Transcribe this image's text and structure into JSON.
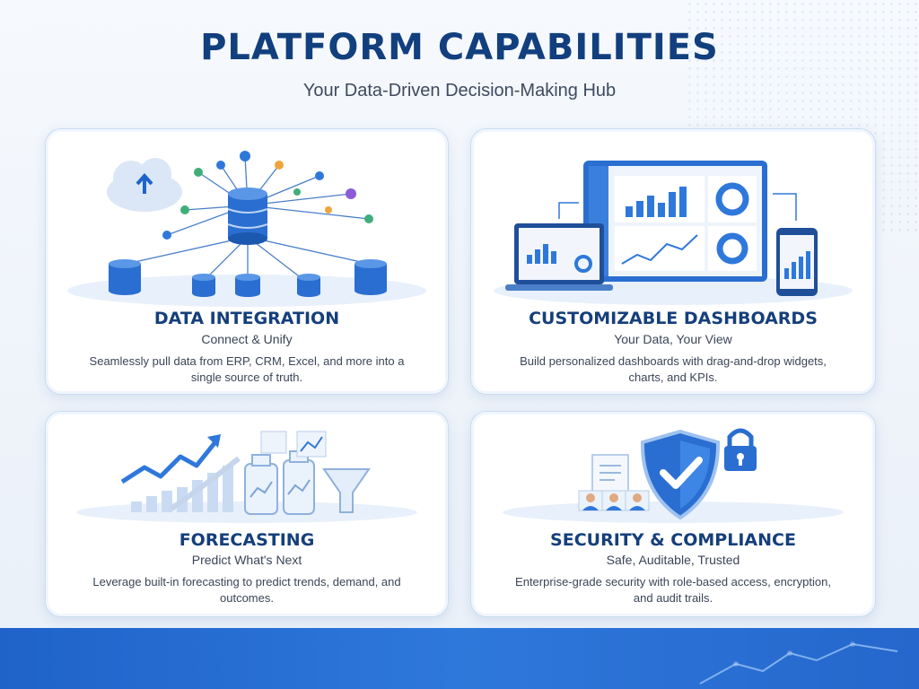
{
  "header": {
    "title": "PLATFORM CAPABILITIES",
    "subtitle": "Your Data-Driven Decision-Making Hub"
  },
  "cards": [
    {
      "title": "DATA INTEGRATION",
      "tagline": "Connect & Unify",
      "description": "Seamlessly pull data from ERP, CRM, Excel, and more into a single source of truth."
    },
    {
      "title": "CUSTOMIZABLE DASHBOARDS",
      "tagline": "Your Data, Your View",
      "description": "Build personalized dashboards with drag-and-drop widgets, charts, and KPIs."
    },
    {
      "title": "FORECASTING",
      "tagline": "Predict What's Next",
      "description": "Leverage built-in forecasting to predict trends, demand, and outcomes."
    },
    {
      "title": "SECURITY & COMPLIANCE",
      "tagline": "Safe, Auditable, Trusted",
      "description": "Enterprise-grade security with role-based access, encryption, and audit trails."
    }
  ],
  "colors": {
    "primary": "#1f63c9",
    "heading": "#153f7b",
    "accent_light": "#cfe0f6"
  }
}
